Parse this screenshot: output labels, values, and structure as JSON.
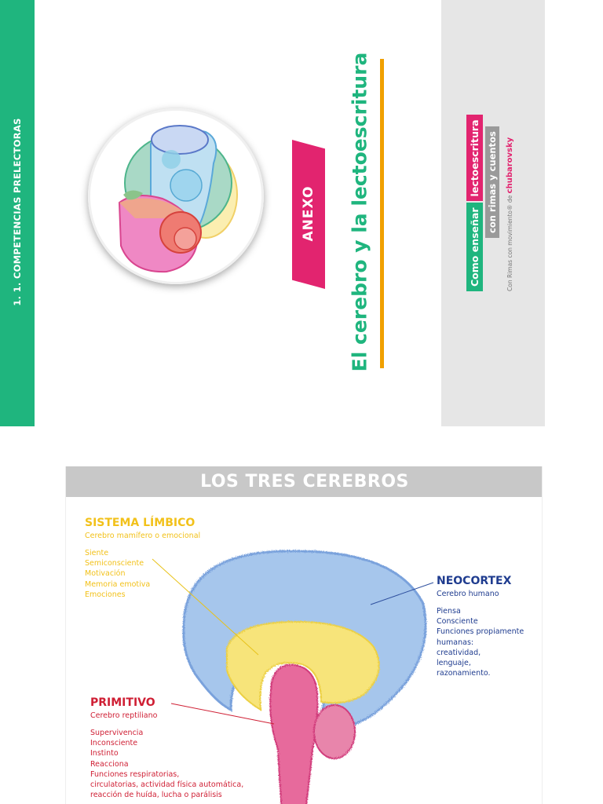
{
  "page1": {
    "side_strip": "1. 1. COMPETENCIAS PRELECTORAS",
    "tag": "ANEXO",
    "title": "El cerebro y la lectoescritura",
    "logo": {
      "line1a": "Como enseñar",
      "line1b": "lectoescritura",
      "line2": "con rimas y cuentos",
      "line3": "Con Rimas con movimiento® de",
      "brand": "chubarovsky"
    }
  },
  "page2": {
    "header": "LOS TRES CEREBROS",
    "limbico": {
      "title": "SISTEMA LÍMBICO",
      "subtitle": "Cerebro mamífero o emocional",
      "items": [
        "Siente",
        "Semiconsciente",
        "Motivación",
        "Memoria emotiva",
        "Emociones"
      ]
    },
    "neocortex": {
      "title": "NEOCORTEX",
      "subtitle": "Cerebro humano",
      "items": [
        "Piensa",
        "Consciente",
        "Funciones propiamente",
        "humanas:",
        "creatividad,",
        "lenguaje,",
        "razonamiento."
      ]
    },
    "primitivo": {
      "title": "PRIMITIVO",
      "subtitle": "Cerebro reptiliano",
      "items": [
        "Supervivencia",
        "Inconsciente",
        "Instinto",
        "Reacciona",
        "Funciones respiratorias,",
        "circulatorias, actividad física automática,",
        "reacción de huída, lucha o parálisis"
      ]
    }
  },
  "colors": {
    "green": "#1fb57e",
    "pink": "#e2246f",
    "orange": "#f0a000",
    "yellow_label": "#f2c11a",
    "navy_label": "#1f3c8f",
    "red_label": "#cf1f34"
  }
}
